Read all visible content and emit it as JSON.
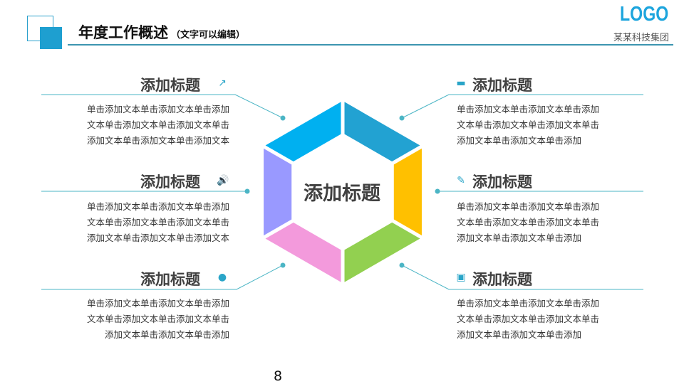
{
  "header": {
    "title": "年度工作概述",
    "subtitle": "（文字可以编辑）",
    "logo": "LOGO",
    "company": "某某科技集团"
  },
  "center": {
    "title": "添加标题"
  },
  "hexagon": {
    "segment_colors": [
      "#00B0F0",
      "#22A2D2",
      "#FFC000",
      "#92D050",
      "#F39ADC",
      "#9999FF"
    ],
    "line_color": "#4BB5C5"
  },
  "items": [
    {
      "title": "添加标题",
      "icon": "share-icon",
      "lines": [
        "单击添加文本单击添加文本单击添加",
        "文本单击添加文本单击添加文本单击",
        "添加文本单击添加文本单击添加文本"
      ]
    },
    {
      "title": "添加标题",
      "icon": "speaker-icon",
      "lines": [
        "单击添加文本单击添加文本单击添加",
        "文本单击添加文本单击添加文本单击",
        "添加文本单击添加文本单击添加文本"
      ]
    },
    {
      "title": "添加标题",
      "icon": "user-icon",
      "lines": [
        "单击添加文本单击添加文本单击添加",
        "文本单击添加文本单击添加文本单击",
        "添加文本单击添加文本单击添加"
      ]
    },
    {
      "title": "添加标题",
      "icon": "chat-icon",
      "lines": [
        "单击添加文本单击添加文本单击添加",
        "文本单击添加文本单击添加文本单击",
        "添加文本单击添加文本单击添加"
      ]
    },
    {
      "title": "添加标题",
      "icon": "edit-icon",
      "lines": [
        "单击添加文本单击添加文本单击添加",
        "文本单击添加文本单击添加文本单击",
        "添加文本单击添加文本单击添加"
      ]
    },
    {
      "title": "添加标题",
      "icon": "certificate-icon",
      "lines": [
        "单击添加文本单击添加文本单击添加",
        "文本单击添加文本单击添加文本单击",
        "添加文本单击添加文本单击添加"
      ]
    }
  ],
  "page_number": "8"
}
